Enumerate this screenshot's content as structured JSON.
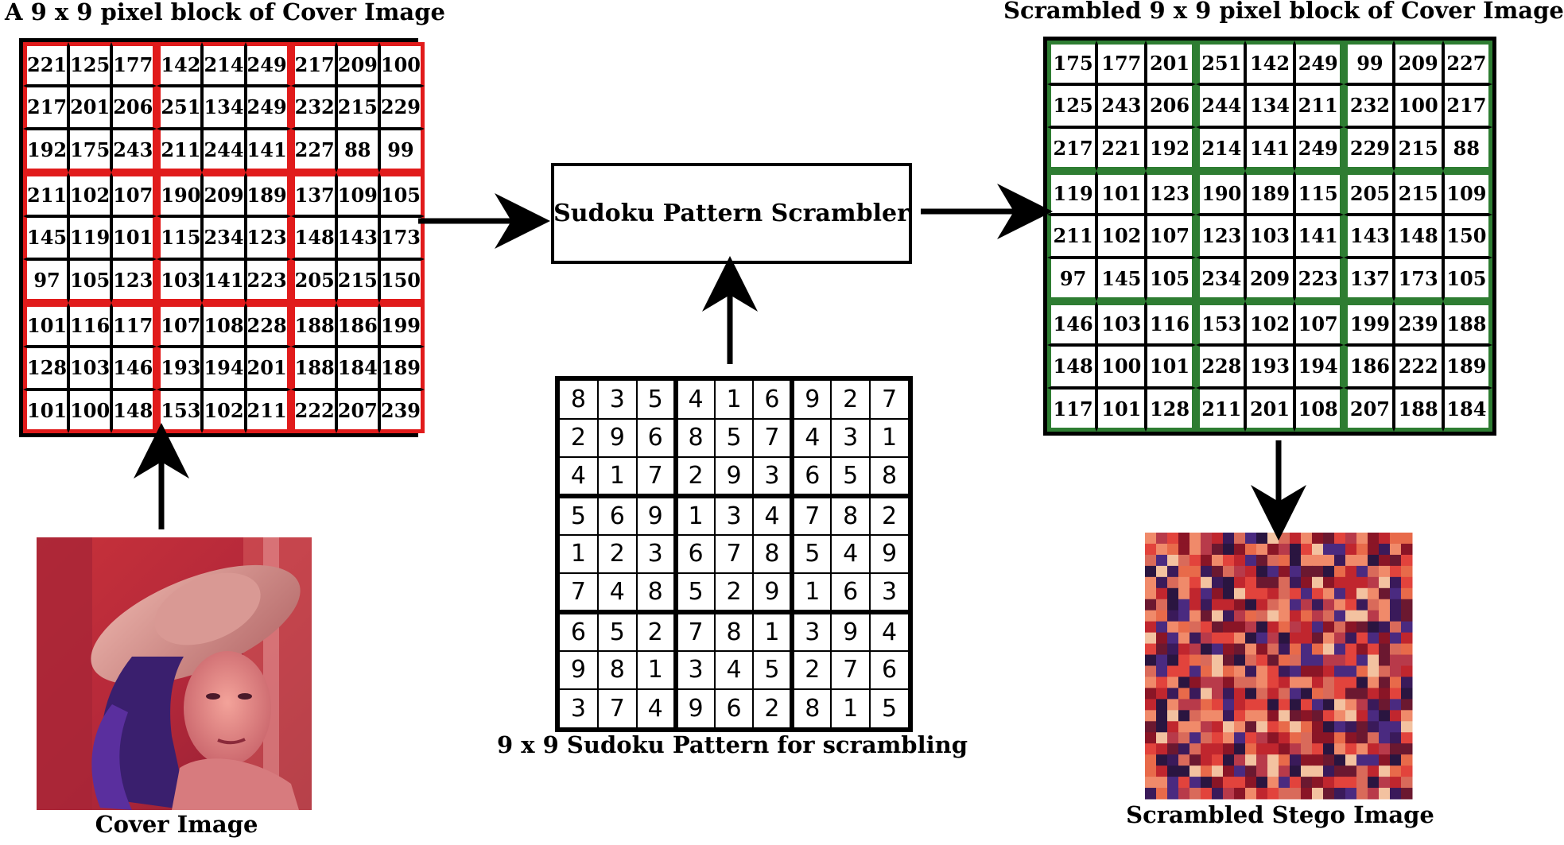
{
  "captions": {
    "cover_block": "A 9 x 9 pixel block of Cover Image",
    "scrambled_block": "Scrambled 9 x 9 pixel block of Cover Image",
    "scrambler": "Sudoku Pattern Scrambler",
    "sudoku_pattern": "9 x 9 Sudoku Pattern for scrambling",
    "cover_image": "Cover Image",
    "stego_image": "Scrambled Stego Image"
  },
  "colors": {
    "cover_block_border": "#e11b1b",
    "scrambled_block_border": "#2e7d32"
  },
  "cover_block": [
    [
      221,
      125,
      177,
      142,
      214,
      249,
      217,
      209,
      100
    ],
    [
      217,
      201,
      206,
      251,
      134,
      249,
      232,
      215,
      229
    ],
    [
      192,
      175,
      243,
      211,
      244,
      141,
      227,
      88,
      99
    ],
    [
      211,
      102,
      107,
      190,
      209,
      189,
      137,
      109,
      105
    ],
    [
      145,
      119,
      101,
      115,
      234,
      123,
      148,
      143,
      173
    ],
    [
      97,
      105,
      123,
      103,
      141,
      223,
      205,
      215,
      150
    ],
    [
      101,
      116,
      117,
      107,
      108,
      228,
      188,
      186,
      199
    ],
    [
      128,
      103,
      146,
      193,
      194,
      201,
      188,
      184,
      189
    ],
    [
      101,
      100,
      148,
      153,
      102,
      211,
      222,
      207,
      239
    ]
  ],
  "scrambled_block": [
    [
      175,
      177,
      201,
      251,
      142,
      249,
      99,
      209,
      227
    ],
    [
      125,
      243,
      206,
      244,
      134,
      211,
      232,
      100,
      217
    ],
    [
      217,
      221,
      192,
      214,
      141,
      249,
      229,
      215,
      88
    ],
    [
      119,
      101,
      123,
      190,
      189,
      115,
      205,
      215,
      109
    ],
    [
      211,
      102,
      107,
      123,
      103,
      141,
      143,
      148,
      150
    ],
    [
      97,
      145,
      105,
      234,
      209,
      223,
      137,
      173,
      105
    ],
    [
      146,
      103,
      116,
      153,
      102,
      107,
      199,
      239,
      188
    ],
    [
      148,
      100,
      101,
      228,
      193,
      194,
      186,
      222,
      189
    ],
    [
      117,
      101,
      128,
      211,
      201,
      108,
      207,
      188,
      184
    ]
  ],
  "sudoku": [
    [
      8,
      3,
      5,
      4,
      1,
      6,
      9,
      2,
      7
    ],
    [
      2,
      9,
      6,
      8,
      5,
      7,
      4,
      3,
      1
    ],
    [
      4,
      1,
      7,
      2,
      9,
      3,
      6,
      5,
      8
    ],
    [
      5,
      6,
      9,
      1,
      3,
      4,
      7,
      8,
      2
    ],
    [
      1,
      2,
      3,
      6,
      7,
      8,
      5,
      4,
      9
    ],
    [
      7,
      4,
      8,
      5,
      2,
      9,
      1,
      6,
      3
    ],
    [
      6,
      5,
      2,
      7,
      8,
      1,
      3,
      9,
      4
    ],
    [
      9,
      8,
      1,
      3,
      4,
      5,
      2,
      7,
      6
    ],
    [
      3,
      7,
      4,
      9,
      6,
      2,
      8,
      1,
      5
    ]
  ]
}
